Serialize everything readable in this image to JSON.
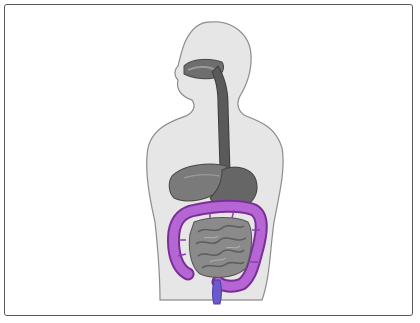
{
  "diagram": {
    "subject": "human-digestive-system",
    "colors": {
      "body_fill": "#e6e6e6",
      "body_outline": "#8c8c8c",
      "organ_gray": "#6e6e6e",
      "organ_dark": "#4a4a4a",
      "intestine_fill": "#8a8a8a",
      "colon_purple": "#a64fc6",
      "colon_purple_dark": "#7a2f96",
      "appendix_blue": "#6a5acd",
      "frame_border": "#5a5a5a"
    },
    "parts": [
      "body-silhouette",
      "mouth-cavity",
      "esophagus",
      "liver",
      "stomach",
      "small-intestine",
      "large-intestine",
      "rectum"
    ]
  }
}
